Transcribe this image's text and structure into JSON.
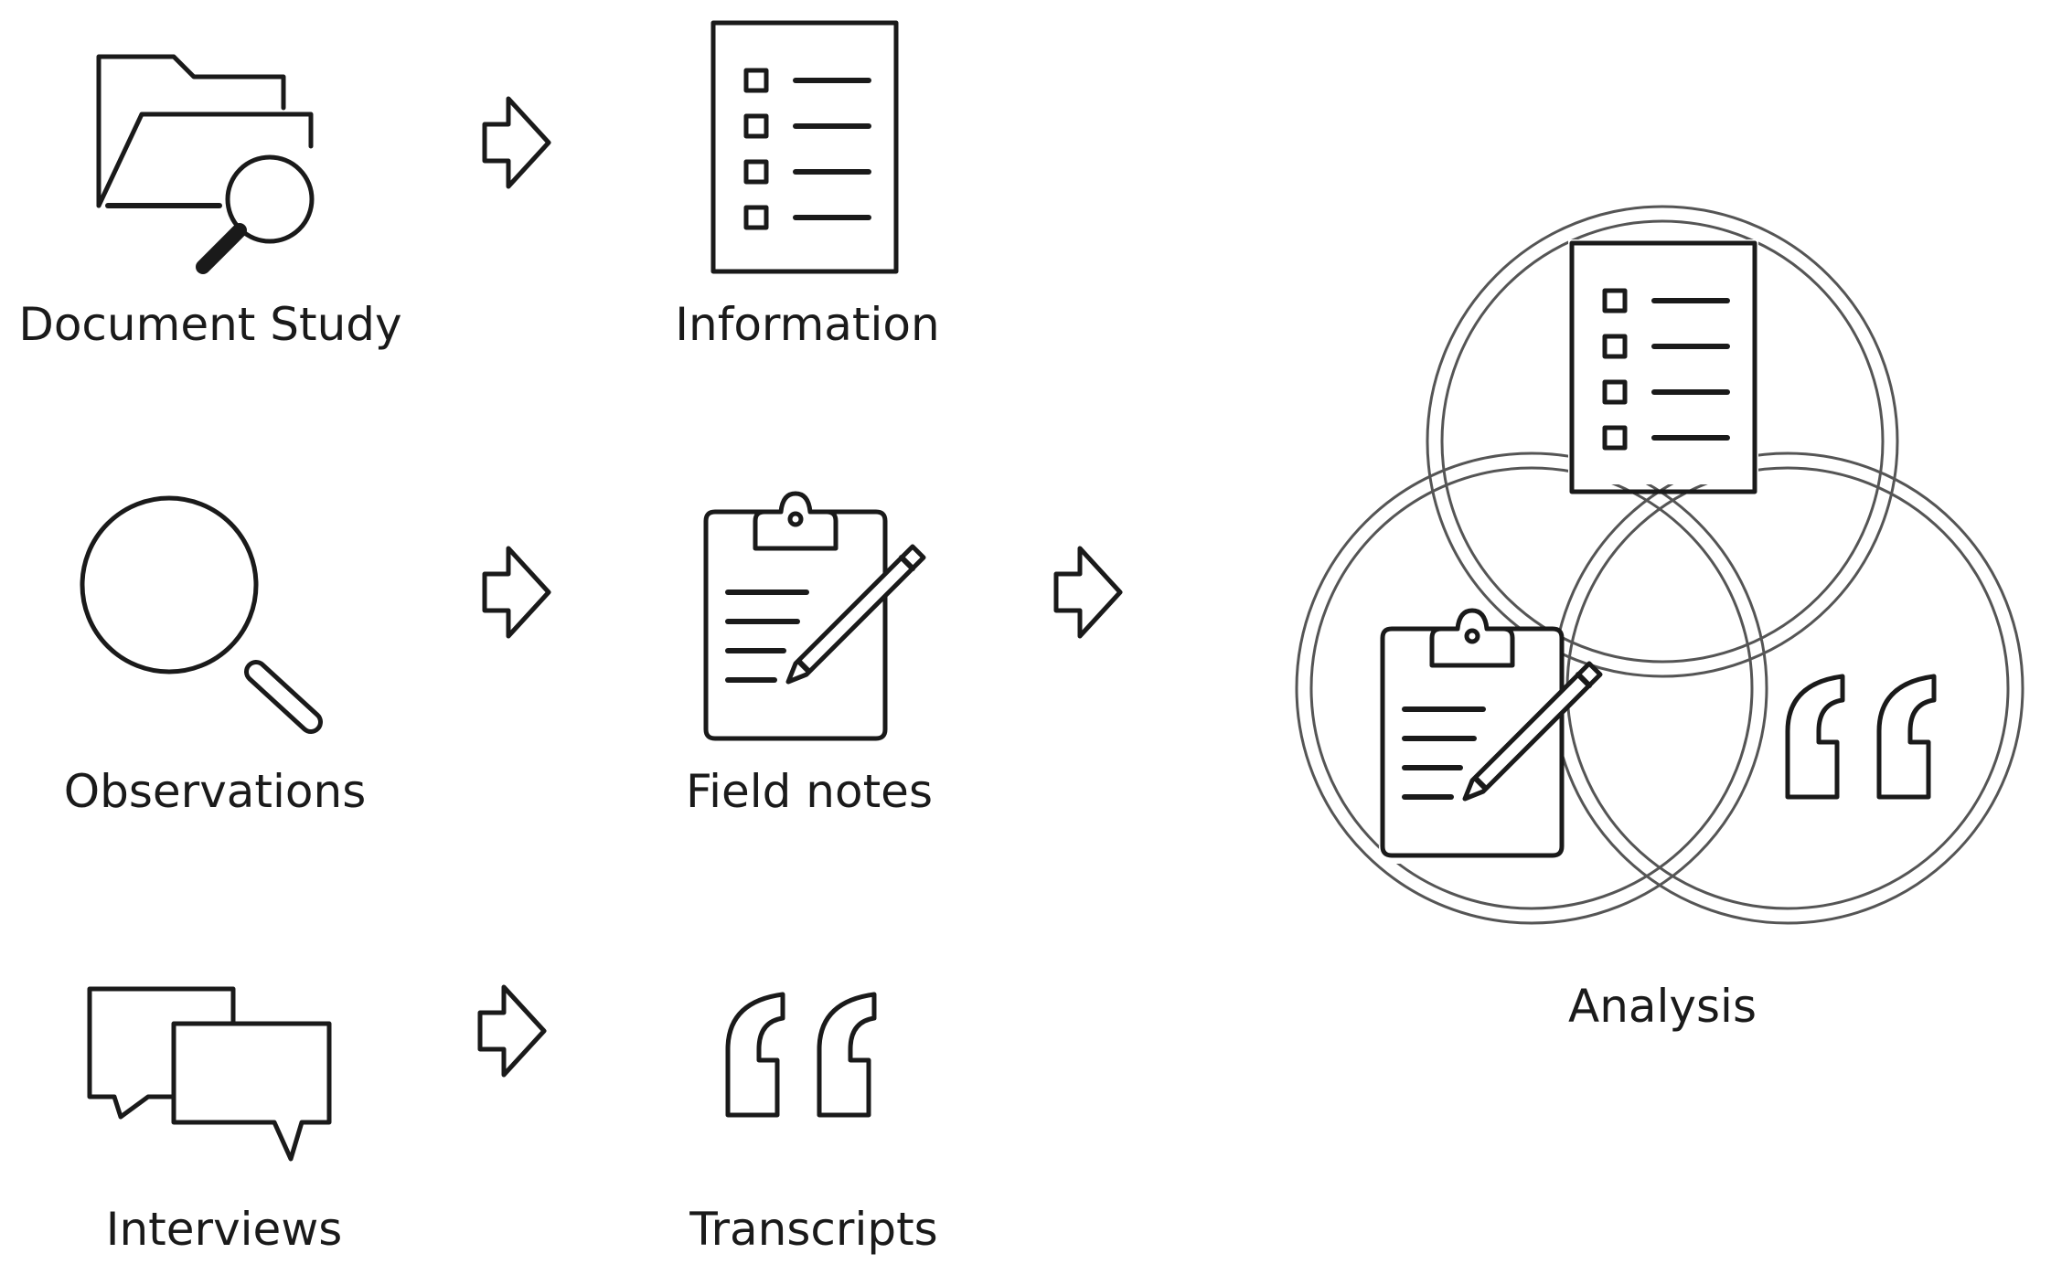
{
  "inputs": [
    {
      "label": "Document Study",
      "icon": "folder-search-icon"
    },
    {
      "label": "Observations",
      "icon": "magnifier-icon"
    },
    {
      "label": "Interviews",
      "icon": "chat-bubbles-icon"
    }
  ],
  "outputs": [
    {
      "label": "Information",
      "icon": "checklist-icon"
    },
    {
      "label": "Field notes",
      "icon": "clipboard-pencil-icon"
    },
    {
      "label": "Transcripts",
      "icon": "quote-marks-icon"
    }
  ],
  "result": {
    "label": "Analysis",
    "icon": "venn-diagram-icon"
  },
  "colors": {
    "stroke": "#1a1a1a",
    "ring": "#555555",
    "background": "#ffffff"
  }
}
